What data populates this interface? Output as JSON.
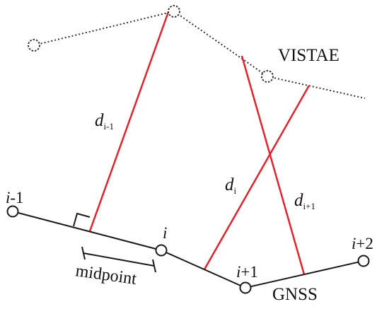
{
  "labels": {
    "vistae": "VISTAE",
    "gnss": "GNSS",
    "midpoint": "midpoint"
  },
  "nodes": {
    "n0_i": "i",
    "n0_rest": "-1",
    "n1_i": "i",
    "n2_i": "i",
    "n2_rest": "+1",
    "n3_i": "i",
    "n3_rest": "+2"
  },
  "distances": {
    "d_prev": {
      "letter": "d",
      "sub": "i-1"
    },
    "d_cur": {
      "letter": "d",
      "sub": "i"
    },
    "d_next": {
      "letter": "d",
      "sub": "i+1"
    }
  },
  "colors": {
    "red_line": "#e4222b",
    "black_line": "#1a1a1a",
    "dotted_line": "#333333",
    "node_fill": "#ffffff"
  }
}
